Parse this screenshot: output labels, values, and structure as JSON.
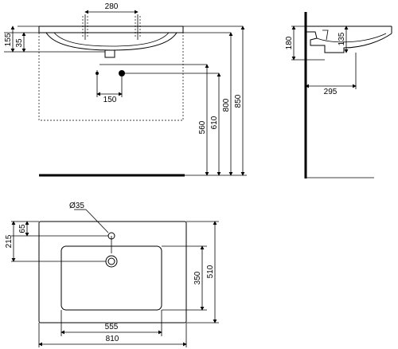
{
  "drawing": {
    "front_view": {
      "tap_spacing": "280",
      "rim_height": "155",
      "overflow_height": "35",
      "drain_spacing": "150",
      "height_560": "560",
      "height_610": "610",
      "height_800": "800",
      "height_850": "850"
    },
    "side_view": {
      "height_180": "180",
      "height_135": "135",
      "depth_295": "295"
    },
    "top_view": {
      "tap_hole_diameter": "Ø35",
      "tap_offset_65": "65",
      "tap_offset_215": "215",
      "bowl_depth": "350",
      "total_depth": "510",
      "bowl_width": "555",
      "total_width": "810"
    }
  }
}
